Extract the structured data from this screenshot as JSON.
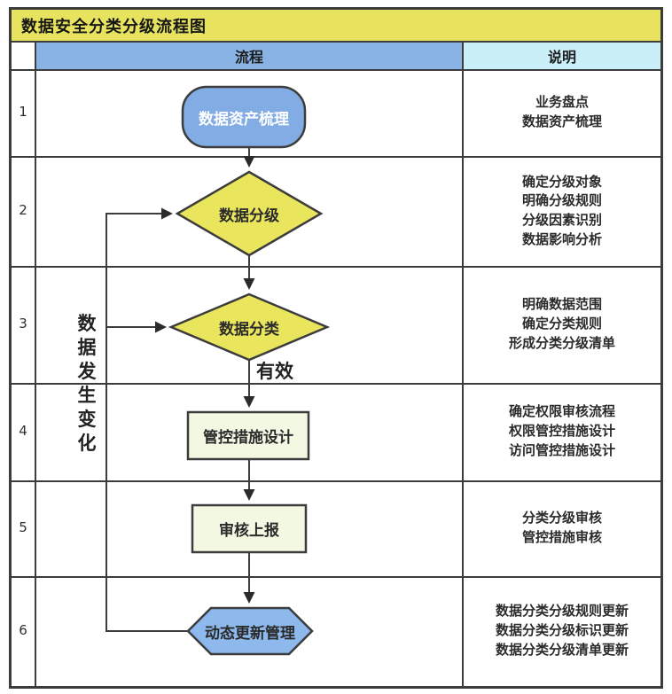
{
  "title": "数据安全分类分级流程图",
  "header": {
    "process": "流程",
    "description": "说明"
  },
  "rows": [
    {
      "num": "1",
      "shape": "stadium",
      "label": "数据资产梳理",
      "desc": "业务盘点\n数据资产梳理"
    },
    {
      "num": "2",
      "shape": "diamond",
      "label": "数据分级",
      "desc": "确定分级对象\n明确分级规则\n分级因素识别\n数据影响分析"
    },
    {
      "num": "3",
      "shape": "diamond",
      "label": "数据分类",
      "desc": "明确数据范围\n确定分类规则\n形成分类分级清单"
    },
    {
      "num": "4",
      "shape": "rect",
      "label": "管控措施设计",
      "desc": "确定权限审核流程\n权限管控措施设计\n访问管控措施设计"
    },
    {
      "num": "5",
      "shape": "rect",
      "label": "审核上报",
      "desc": "分类分级审核\n管控措施审核"
    },
    {
      "num": "6",
      "shape": "hexagon",
      "label": "动态更新管理",
      "desc": "数据分类分级规则更新\n数据分类分级标识更新\n数据分类分级清单更新"
    }
  ],
  "annotations": {
    "valid": "有效",
    "feedback": "数\n据\n发\n生\n变\n化"
  },
  "colors": {
    "title_bg": "#e7e35e",
    "process_header_bg": "#8ab3e5",
    "desc_header_bg": "#cbeff8",
    "stadium_fill": "#82ace4",
    "diamond_fill": "#e9e55d",
    "rect_fill": "#f3f8e3",
    "hexagon_fill": "#8db9ec",
    "line": "#3c3c3c",
    "text_dark": "#2b2b2b",
    "stadium_text": "#ffffff"
  }
}
